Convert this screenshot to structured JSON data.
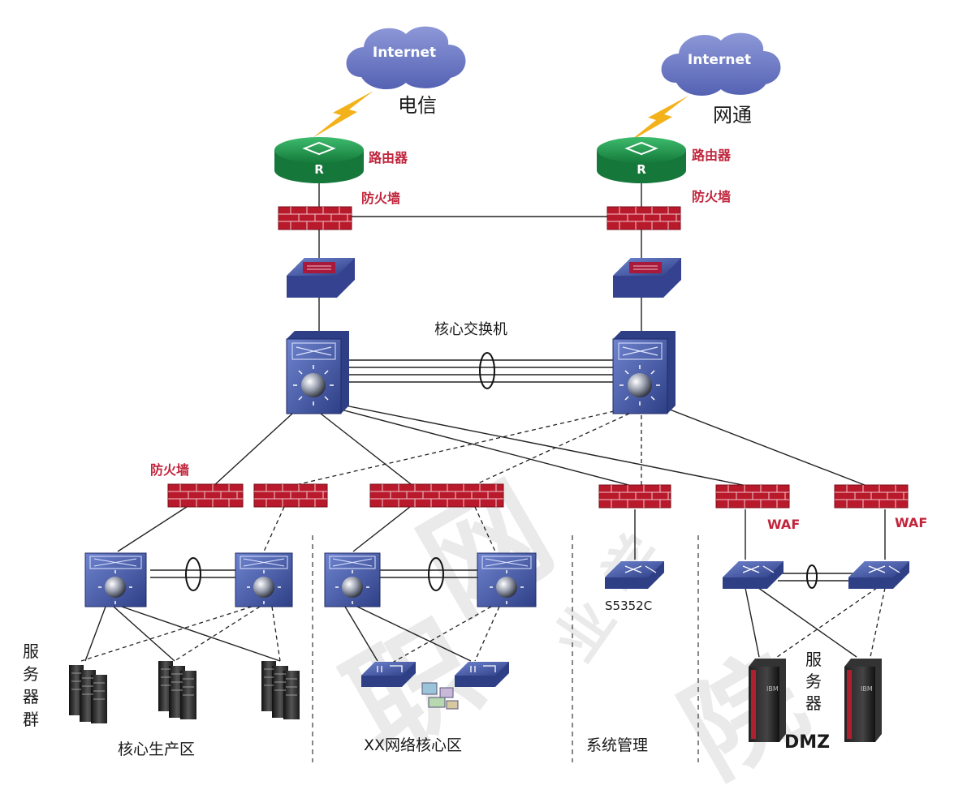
{
  "colors": {
    "router_green": "#1f9a4f",
    "firewall_red": "#b8192b",
    "switch_blue": "#4a5fa8",
    "cloud_blue": "#6b78c2",
    "label_red": "#c0253c",
    "lightning": "#f3b21a"
  },
  "clouds": [
    {
      "name": "internet-cloud-left",
      "label": "Internet"
    },
    {
      "name": "internet-cloud-right",
      "label": "Internet"
    }
  ],
  "isp": {
    "left": "电信",
    "right": "网通"
  },
  "labels": {
    "router": "路由器",
    "firewall": "防火墙",
    "core_switch": "核心交换机",
    "waf": "WAF",
    "s5352c": "S5352C",
    "server_group": [
      "服",
      "务",
      "器",
      "群"
    ],
    "server_dmz": [
      "服",
      "务",
      "器"
    ]
  },
  "zones": {
    "core_production": "核心生产区",
    "network_core": "XX网络核心区",
    "system_mgmt": "系统管理",
    "dmz": "DMZ"
  },
  "watermark": [
    "网",
    "职",
    "业",
    "学",
    "院"
  ],
  "icons": [
    "router-icon",
    "firewall-icon",
    "vpn-gateway-icon",
    "core-switch-icon",
    "distribution-switch-icon",
    "access-switch-icon",
    "server-rack-icon",
    "ibm-server-icon",
    "ethernet-switch-icon",
    "lightning-icon",
    "cloud-icon"
  ]
}
